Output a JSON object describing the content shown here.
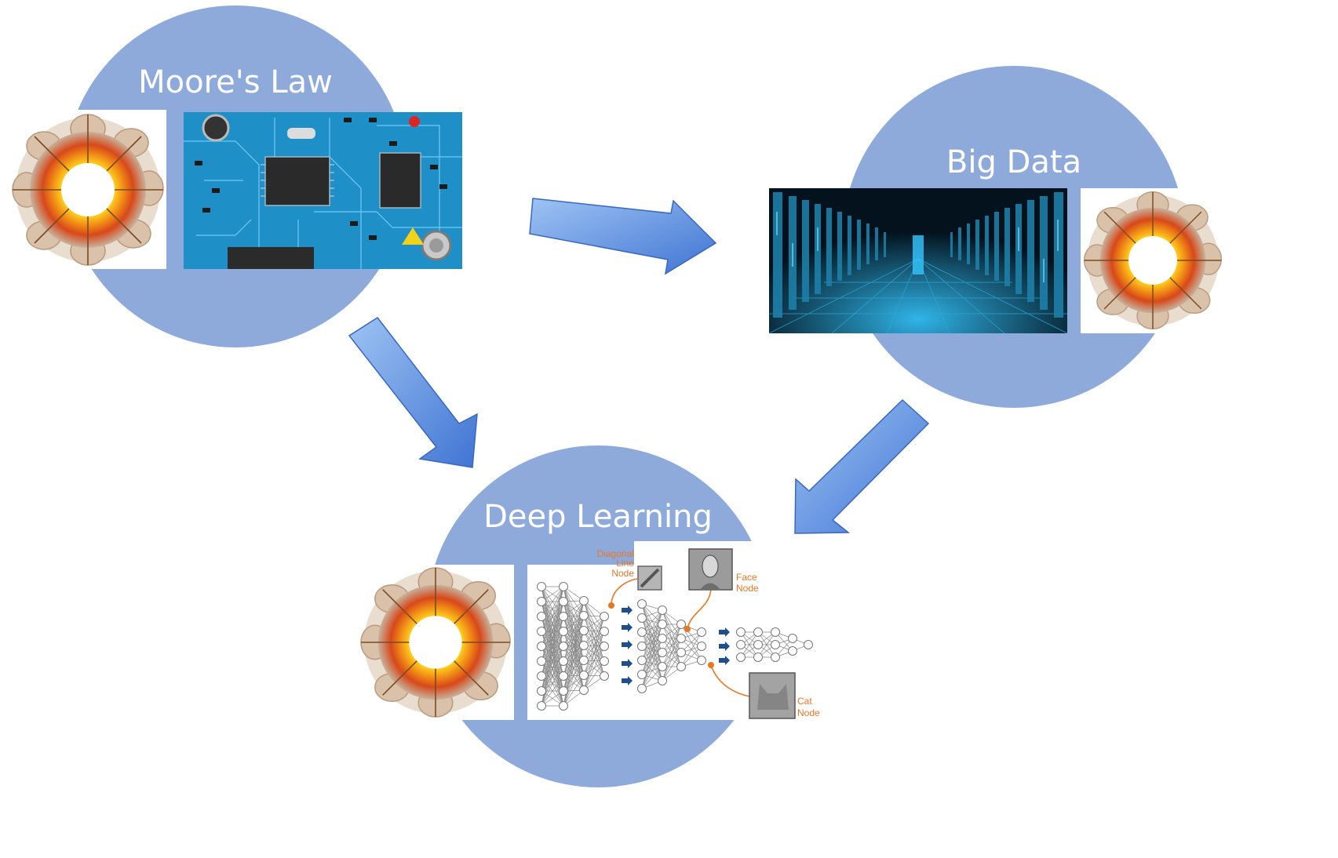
{
  "nodes": {
    "moores_law": {
      "title": "Moore's Law"
    },
    "big_data": {
      "title": "Big Data"
    },
    "deep_learning": {
      "title": "Deep Learning",
      "labels": {
        "diagonal_line_line1": "Diagonal",
        "diagonal_line_line2": "Line",
        "diagonal_line_line3": "Node",
        "face_line1": "Face",
        "face_line2": "Node",
        "cat_line1": "Cat",
        "cat_line2": "Node"
      }
    }
  },
  "colors": {
    "circle": "#8eaadb",
    "arrow": "#4a7fd6",
    "circuit_board": "#1f8fc8",
    "data_tunnel": "#03121d",
    "explosion_core": "#f59a1d",
    "label_orange": "#e87722"
  },
  "icons": {
    "explosion": "explosion-icon",
    "circuit": "circuit-board-image",
    "tunnel": "data-tunnel-image",
    "network": "neural-network-image"
  }
}
